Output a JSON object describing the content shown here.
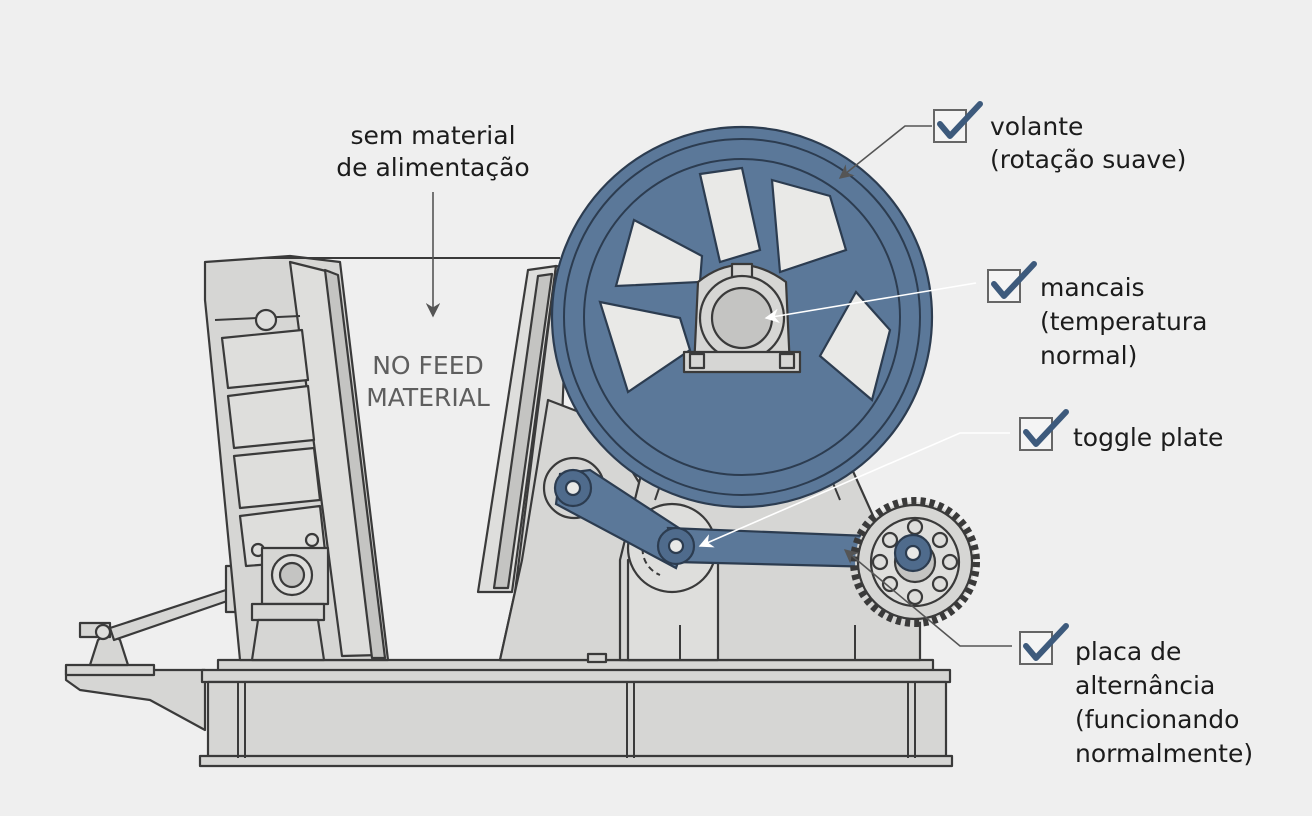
{
  "top_note": {
    "lines": [
      "sem material",
      "de alimentação"
    ]
  },
  "stamp": {
    "lines": [
      "NO FEED",
      "MATERIAL"
    ]
  },
  "callouts": [
    {
      "id": "volante",
      "checked": true,
      "lines": [
        "volante",
        "(rotação suave)"
      ]
    },
    {
      "id": "mancais",
      "checked": true,
      "lines": [
        "mancais",
        "(temperatura",
        "normal)"
      ]
    },
    {
      "id": "toggle",
      "checked": true,
      "lines": [
        "toggle plate"
      ]
    },
    {
      "id": "placa",
      "checked": true,
      "lines": [
        "placa de",
        "alternância",
        "(funcionando",
        "normalmente)"
      ]
    }
  ],
  "colors": {
    "accent_blue": "#5b7899",
    "check_blue": "#3d5a7c",
    "machine_gray": "#d6d6d4",
    "background": "#efefef"
  },
  "icons": [
    "check-icon",
    "arrow-icon"
  ]
}
